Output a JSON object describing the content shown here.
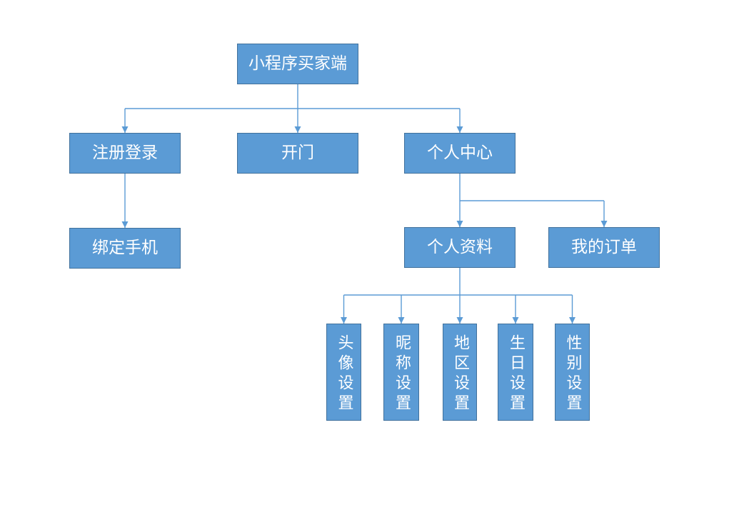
{
  "tree": {
    "label": "小程序买家端",
    "children": [
      {
        "label": "注册登录",
        "children": [
          {
            "label": "绑定手机"
          }
        ]
      },
      {
        "label": "开门"
      },
      {
        "label": "个人中心",
        "children": [
          {
            "label": "个人资料",
            "children": [
              {
                "label": "头像设置"
              },
              {
                "label": "昵称设置"
              },
              {
                "label": "地区设置"
              },
              {
                "label": "生日设置"
              },
              {
                "label": "性别设置"
              }
            ]
          },
          {
            "label": "我的订单"
          }
        ]
      }
    ]
  },
  "colors": {
    "box_fill": "#5b9bd5",
    "box_border": "#41719c",
    "connector": "#5b9bd5",
    "text": "#ffffff"
  }
}
